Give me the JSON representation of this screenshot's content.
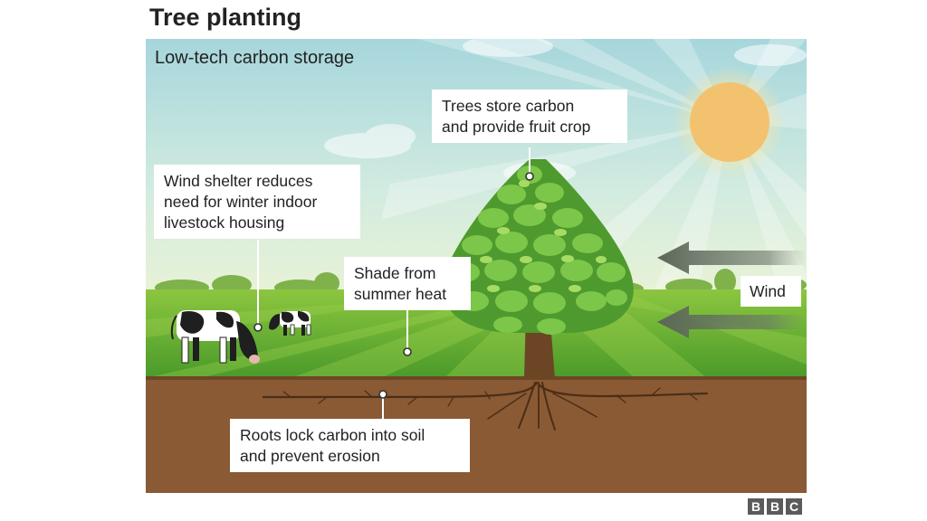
{
  "title": "Tree planting",
  "subtitle": "Low-tech carbon storage",
  "labels": {
    "trees_line1": "Trees store carbon",
    "trees_line2": "and provide fruit crop",
    "wind_line1": "Wind shelter reduces",
    "wind_line2": "need for winter indoor",
    "wind_line3": "livestock housing",
    "shade_line1": "Shade from",
    "shade_line2": "summer heat",
    "wind": "Wind",
    "roots_line1": "Roots lock carbon into soil",
    "roots_line2": "and prevent erosion"
  },
  "logo": {
    "letters": [
      "B",
      "B",
      "C"
    ]
  },
  "colors": {
    "sky_top": "#a8d8dc",
    "sky_bottom": "#e4f0d8",
    "grass": "#6cb33a",
    "soil": "#8a5a34",
    "sun": "#f3c26e",
    "tree": "#72bf44",
    "arrow": "#5f6a5a"
  }
}
